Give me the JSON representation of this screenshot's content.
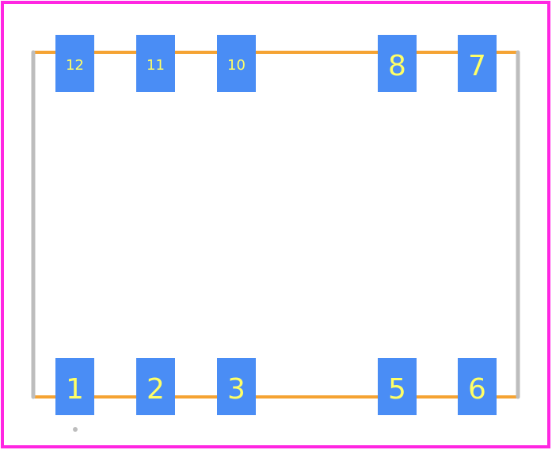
{
  "footprint": {
    "colors": {
      "border": "#ff26e2",
      "pad": "#4a8df5",
      "pad_label": "#ffff66",
      "outline_top_bottom": "#f5a333",
      "outline_sides": "#bdbdbd",
      "pin1_marker": "#bdbdbd"
    },
    "pads": {
      "top": [
        {
          "label": "12"
        },
        {
          "label": "11"
        },
        {
          "label": "10"
        },
        {
          "label": "8"
        },
        {
          "label": "7"
        }
      ],
      "bottom": [
        {
          "label": "1"
        },
        {
          "label": "2"
        },
        {
          "label": "3"
        },
        {
          "label": "5"
        },
        {
          "label": "6"
        }
      ]
    }
  }
}
